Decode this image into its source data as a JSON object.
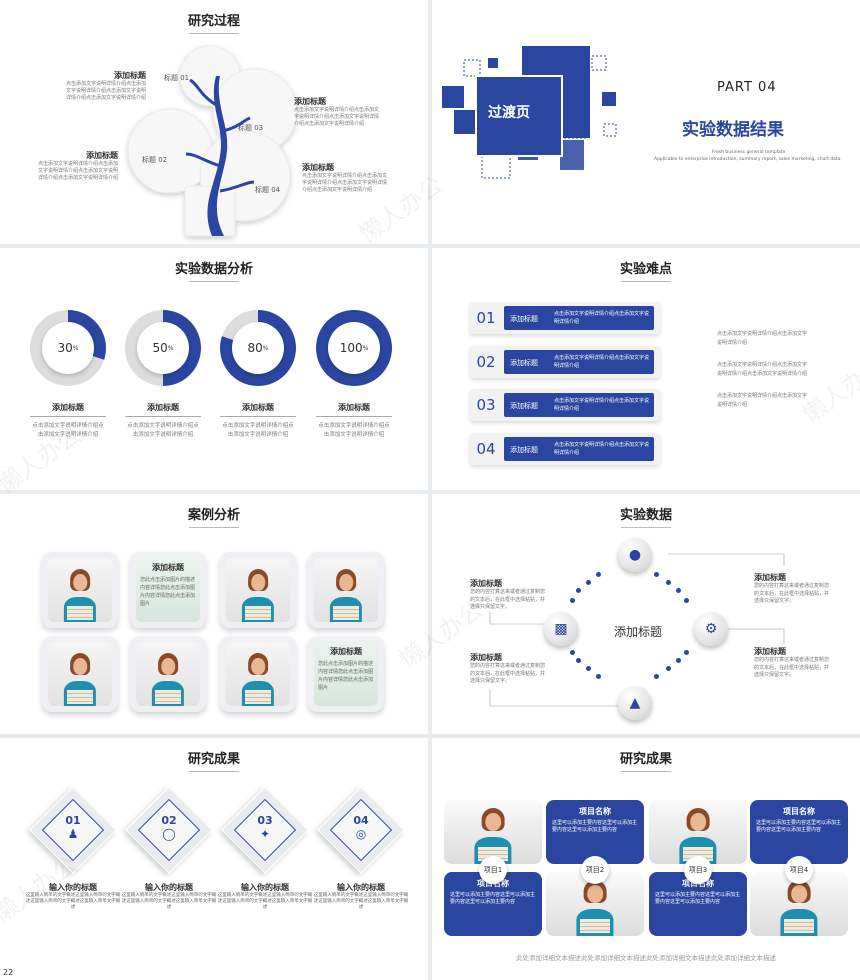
{
  "page_number": "22",
  "watermark": "懒人办公",
  "research_process": {
    "title": "研究过程",
    "left_items": [
      {
        "heading": "添加标题",
        "text": "点击添加文字说明详情介绍点击添加文字说明详情介绍点击添加文字说明详情介绍点击添加文字说明详情介绍"
      },
      {
        "heading": "添加标题",
        "text": "点击添加文字说明详情介绍点击添加文字说明详情介绍点击添加文字说明详情介绍点击添加文字说明详情介绍"
      }
    ],
    "right_items": [
      {
        "heading": "添加标题",
        "text": "点击添加文字说明详情介绍点击添加文字说明详情介绍点击添加文字说明详情介绍点击添加文字说明详情介绍"
      },
      {
        "heading": "添加标题",
        "text": "点击添加文字说明详情介绍点击添加文字说明详情介绍点击添加文字说明详情介绍点击添加文字说明详情介绍"
      }
    ],
    "tree_labels": [
      "标题 01",
      "标题 02",
      "标题 03",
      "标题 04"
    ]
  },
  "transition": {
    "box_label": "过渡页",
    "part": "PART 04",
    "title": "实验数据结果",
    "sub1": "Fresh business general template",
    "sub2": "Applicable to enterprise introduction, summary report, sales marketing, chart data"
  },
  "analysis": {
    "title": "实验数据分析",
    "items": [
      {
        "value": 30,
        "heading": "添加标题",
        "text": "点击添加文字说明详情介绍点击添加文字说明详情介绍"
      },
      {
        "value": 50,
        "heading": "添加标题",
        "text": "点击添加文字说明详情介绍点击添加文字说明详情介绍"
      },
      {
        "value": 80,
        "heading": "添加标题",
        "text": "点击添加文字说明详情介绍点击添加文字说明详情介绍"
      },
      {
        "value": 100,
        "heading": "添加标题",
        "text": "点击添加文字说明详情介绍点击添加文字说明详情介绍"
      }
    ],
    "unit": "%"
  },
  "difficulty": {
    "title": "实验难点",
    "rows": [
      {
        "num": "01",
        "label": "添加标题",
        "text": "点击添加文字说明详情介绍点击添加文字说明详情介绍"
      },
      {
        "num": "02",
        "label": "添加标题",
        "text": "点击添加文字说明详情介绍点击添加文字说明详情介绍"
      },
      {
        "num": "03",
        "label": "添加标题",
        "text": "点击添加文字说明详情介绍点击添加文字说明详情介绍"
      },
      {
        "num": "04",
        "label": "添加标题",
        "text": "点击添加文字说明详情介绍点击添加文字说明详情介绍"
      }
    ],
    "notes": [
      "点击添加文字说明详情介绍点击添加文字说明详情介绍",
      "点击添加文字说明详情介绍点击添加文字说明详情介绍点击添加文字说明详情介绍",
      "点击添加文字说明详情介绍点击添加文字说明详情介绍"
    ]
  },
  "case": {
    "title": "案例分析",
    "card1": {
      "heading": "添加标题",
      "text": "您此点击添加图片的描述内容详情您此点击添加图片内容详情您此点击添加图片"
    },
    "card2": {
      "heading": "添加标题",
      "text": "您此点击添加图片的描述内容详情您此点击添加图片内容详情您此点击添加图片"
    }
  },
  "experiment": {
    "title": "实验数据",
    "center": "添加标题",
    "items": [
      {
        "heading": "添加标题",
        "text": "您的内容打算这来或者通过复制您的文本后，在此框中选择粘贴，并选择只保留文字。"
      },
      {
        "heading": "添加标题",
        "text": "您的内容打算这来或者通过复制您的文本后，在此框中选择粘贴，并选择只保留文字。"
      },
      {
        "heading": "添加标题",
        "text": "您的内容打算这来或者通过复制您的文本后，在此框中选择粘贴，并选择只保留文字。"
      },
      {
        "heading": "添加标题",
        "text": "您的内容打算这来或者通过复制您的文本后，在此框中选择粘贴，并选择只保留文字。"
      }
    ]
  },
  "results1": {
    "title": "研究成果",
    "items": [
      {
        "num": "01",
        "heading": "输入你的标题",
        "text": "这里输入简单的文字概述这里输入简单的文字概述这里输入简单的文字概述这里输入简单文字概述"
      },
      {
        "num": "02",
        "heading": "输入你的标题",
        "text": "这里输入简单的文字概述这里输入简单的文字概述这里输入简单的文字概述这里输入简单文字概述"
      },
      {
        "num": "03",
        "heading": "输入你的标题",
        "text": "这里输入简单的文字概述这里输入简单的文字概述这里输入简单的文字概述这里输入简单文字概述"
      },
      {
        "num": "04",
        "heading": "输入你的标题",
        "text": "这里输入简单的文字概述这里输入简单的文字概述这里输入简单的文字概述这里输入简单文字概述"
      }
    ]
  },
  "results2": {
    "title": "研究成果",
    "cards": [
      {
        "heading": "项目名称",
        "text": "这里可以添加主要内容这里可以添加主要内容这里可以添加主要内容"
      },
      {
        "heading": "项目名称",
        "text": "这里可以添加主要内容这里可以添加主要内容这里可以添加主要内容"
      },
      {
        "heading": "项目名称",
        "text": "这里可以添加主要内容这里可以添加主要内容这里可以添加主要内容"
      },
      {
        "heading": "项目名称",
        "text": "这里可以添加主要内容这里可以添加主要内容这里可以添加主要内容"
      }
    ],
    "badges": [
      "项目1",
      "项目2",
      "项目3",
      "项目4"
    ],
    "footer": "此处添加详细文本描述此处添加详细文本描述此处添加详细文本描述此处添加详细文本描述"
  }
}
